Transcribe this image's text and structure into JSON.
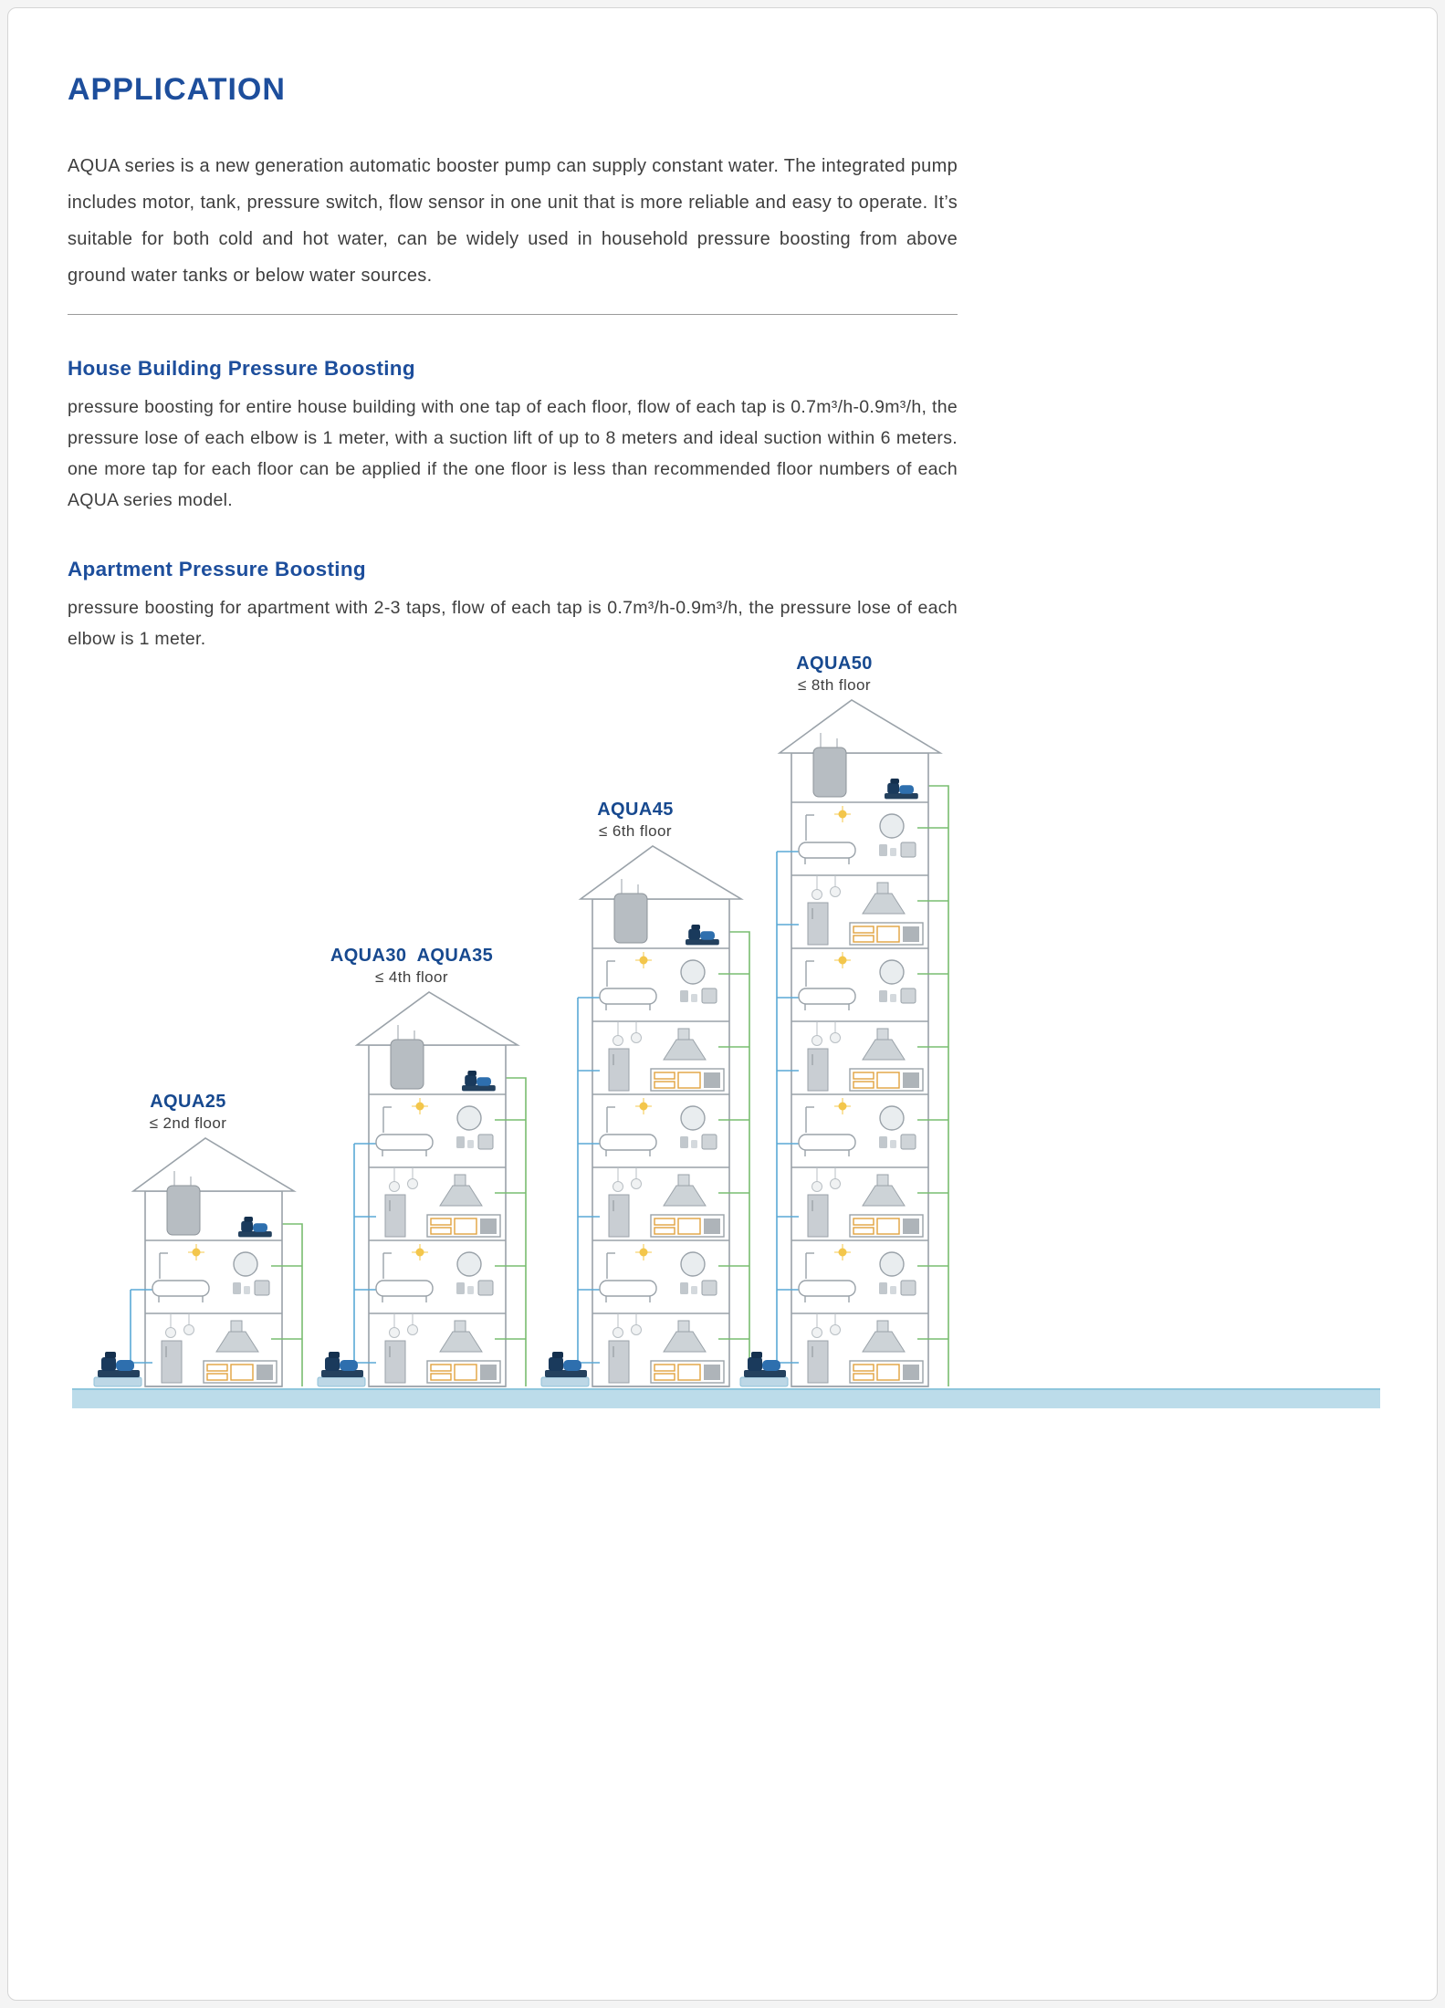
{
  "header": {
    "title": "APPLICATION"
  },
  "intro": "AQUA series is a new generation automatic booster pump can supply constant water. The integrated pump includes motor, tank, pressure switch, flow sensor in one unit that is more reliable and easy to operate. It’s suitable for both cold and hot water, can be widely used in household pressure boosting from above ground water tanks or below water sources.",
  "sections": [
    {
      "heading": "House Building Pressure Boosting",
      "body": "pressure boosting for entire house building with one tap of each floor, flow of each tap is 0.7m³/h-0.9m³/h, the pressure lose of each elbow is 1 meter, with a suction lift of up to 8 meters and ideal suction within 6 meters. one more tap for each floor can be applied if the one floor is less than recommended floor numbers of each AQUA series model."
    },
    {
      "heading": "Apartment Pressure Boosting",
      "body": "pressure boosting for apartment with 2-3 taps, flow of each tap is 0.7m³/h-0.9m³/h, the pressure lose of each elbow is 1 meter."
    }
  ],
  "diagram": {
    "buildings": [
      {
        "model": "AQUA25",
        "limit": "≤ 2nd floor",
        "floors": 2
      },
      {
        "model": "AQUA30  AQUA35",
        "limit": "≤ 4th floor",
        "floors": 4
      },
      {
        "model": "AQUA45",
        "limit": "≤ 6th floor",
        "floors": 6
      },
      {
        "model": "AQUA50",
        "limit": "≤ 8th floor",
        "floors": 8
      }
    ],
    "colors": {
      "accent": "#1d4e9c",
      "pipe_blue": "#5aa9d6",
      "pipe_green": "#79bd70",
      "ground": "#bcdcea",
      "outline_gray": "#9aa2a9",
      "pump_navy": "#1a3a5c",
      "pump_blue": "#2e6fae",
      "light_yellow": "#f3c64b",
      "cabinet_orange": "#e2a23e"
    }
  }
}
